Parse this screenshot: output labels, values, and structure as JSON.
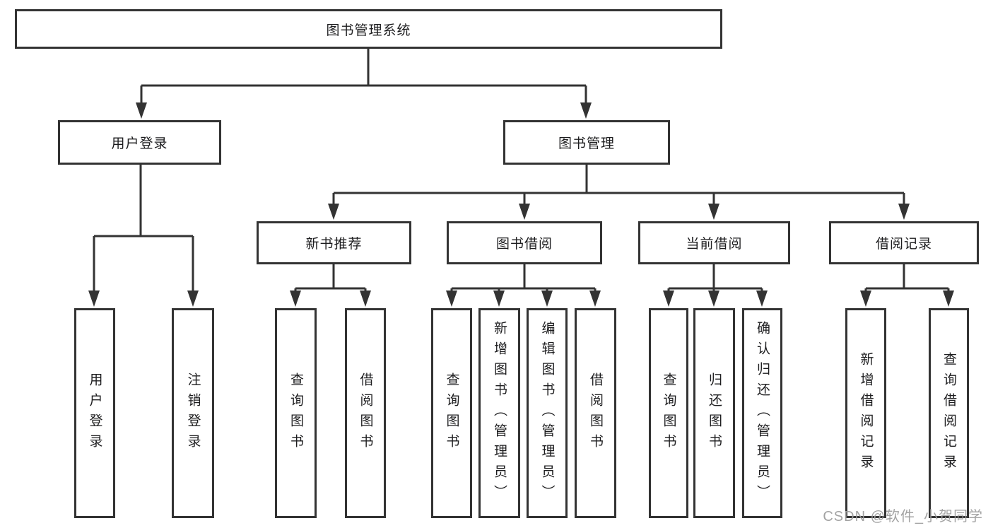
{
  "diagram": {
    "root": {
      "label": "图书管理系统"
    },
    "level2": [
      {
        "label": "用户登录"
      },
      {
        "label": "图书管理"
      }
    ],
    "level3": [
      {
        "label": "新书推荐"
      },
      {
        "label": "图书借阅"
      },
      {
        "label": "当前借阅"
      },
      {
        "label": "借阅记录"
      }
    ],
    "leaves": {
      "user_login": [
        {
          "label": "用户登录"
        },
        {
          "label": "注销登录"
        }
      ],
      "new_book": [
        {
          "label": "查询图书"
        },
        {
          "label": "借阅图书"
        }
      ],
      "book_borrow": [
        {
          "label": "查询图书"
        },
        {
          "label": "新增图书（管理员）"
        },
        {
          "label": "编辑图书（管理员）"
        },
        {
          "label": "借阅图书"
        }
      ],
      "current_borrow": [
        {
          "label": "查询图书"
        },
        {
          "label": "归还图书"
        },
        {
          "label": "确认归还（管理员）"
        }
      ],
      "borrow_records": [
        {
          "label": "新增借阅记录"
        },
        {
          "label": "查询借阅记录"
        }
      ]
    },
    "watermark": "CSDN @软件_小贺同学",
    "colors": {
      "line": "#333333",
      "text": "#1d1d1f",
      "watermark": "#9e9e9e",
      "background": "#ffffff"
    }
  }
}
